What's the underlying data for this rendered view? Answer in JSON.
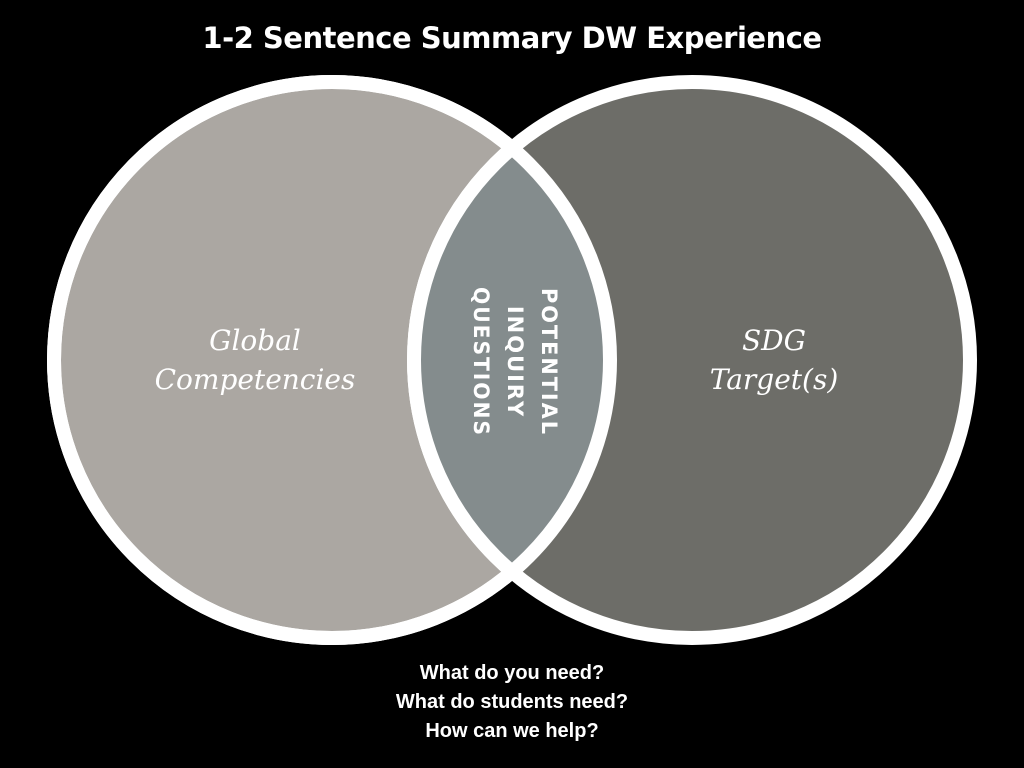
{
  "title": "1-2 Sentence Summary DW Experience",
  "venn": {
    "left": {
      "line1": "Global",
      "line2": "Competencies",
      "fill": "#aba7a2"
    },
    "right": {
      "line1": "SDG",
      "line2": "Target(s)",
      "fill": "#6d6d68"
    },
    "overlap": {
      "line1": "POTENTIAL",
      "line2": "INQUIRY",
      "line3": "QUESTIONS",
      "fill": "#848c8d"
    },
    "border_color": "#ffffff"
  },
  "footer": {
    "line1": "What do you need?",
    "line2": "What do students need?",
    "line3": "How can we help?"
  }
}
